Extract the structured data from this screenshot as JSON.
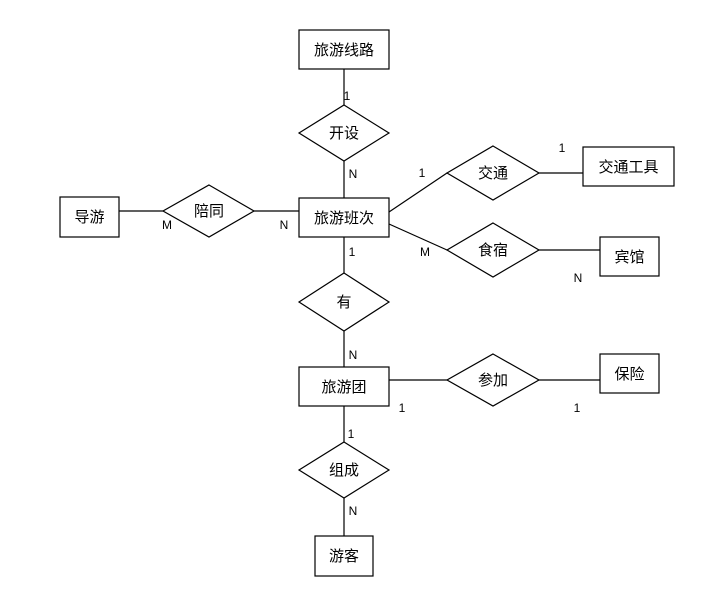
{
  "entities": {
    "route": "旅游线路",
    "schedule": "旅游班次",
    "guide": "导游",
    "transport": "交通工具",
    "hotel": "宾馆",
    "tour_group": "旅游团",
    "insurance": "保险",
    "tourist": "游客"
  },
  "relationships": {
    "offer": "开设",
    "accompany": "陪同",
    "traffic": "交通",
    "lodging": "食宿",
    "has": "有",
    "join": "参加",
    "compose": "组成"
  },
  "cardinalities": {
    "route_offer": "1",
    "offer_schedule": "N",
    "guide_accompany": "M",
    "accompany_schedule": "N",
    "schedule_traffic": "1",
    "traffic_transport": "1",
    "schedule_lodging": "M",
    "lodging_hotel": "N",
    "schedule_has": "1",
    "has_group": "N",
    "group_join": "1",
    "join_insurance": "1",
    "group_compose": "1",
    "compose_tourist": "N"
  }
}
